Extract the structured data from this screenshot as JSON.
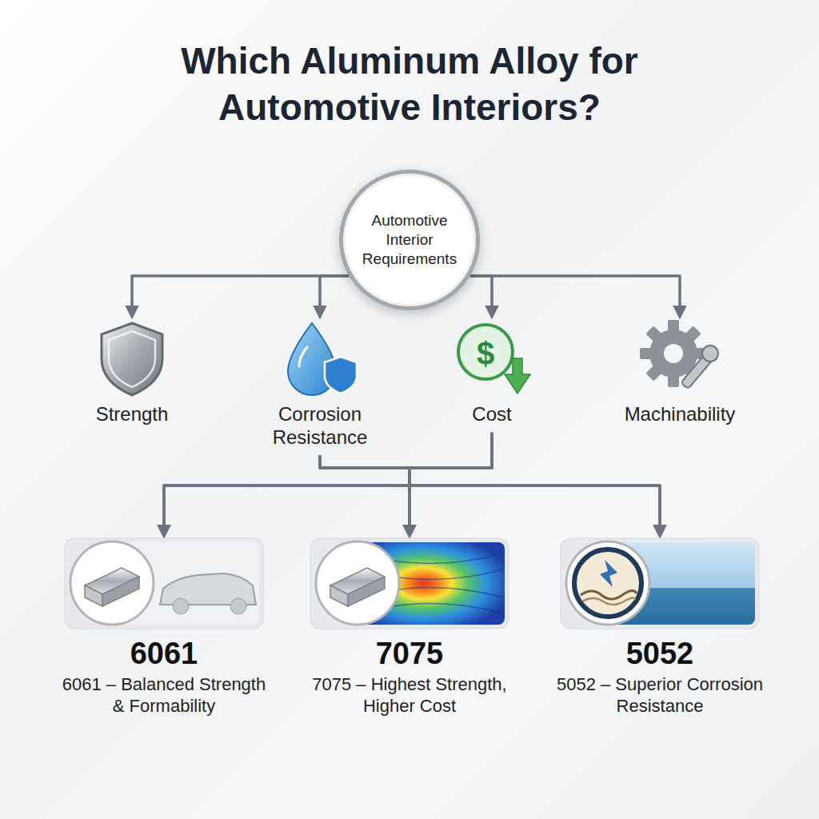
{
  "diagram": {
    "title": "Which Aluminum Alloy for Automotive Interiors?",
    "nodes": [
      {
        "text": [
          "Automotive Interior Requirements"
        ]
      },
      {
        "text": [
          "Strength"
        ]
      },
      {
        "text": [
          "Corrosion Resistance"
        ]
      },
      {
        "text": [
          "Cost"
        ]
      },
      {
        "text": [
          "Machinability"
        ]
      },
      {
        "text": [
          "6061",
          "6061 – Balanced Strength & Formability"
        ]
      },
      {
        "text": [
          "7075",
          "7075 – Highest Strength, Higher Cost"
        ]
      },
      {
        "text": [
          "5052",
          "5052 – Superior Corrosion Resistance"
        ]
      }
    ],
    "edges": [
      {
        "from": 0,
        "to": 1,
        "arrow": "to"
      },
      {
        "from": 0,
        "to": 2,
        "arrow": "to"
      },
      {
        "from": 0,
        "to": 3,
        "arrow": "to"
      },
      {
        "from": 0,
        "to": 4,
        "arrow": "to"
      },
      {
        "from": 2,
        "to": 5,
        "arrow": "to"
      },
      {
        "from": 2,
        "to": 6,
        "arrow": "to"
      },
      {
        "from": 2,
        "to": 7,
        "arrow": "to"
      },
      {
        "from": 3,
        "to": 5,
        "arrow": "to"
      },
      {
        "from": 3,
        "to": 6,
        "arrow": "to"
      },
      {
        "from": 3,
        "to": 7,
        "arrow": "to"
      }
    ],
    "labels": [
      "$"
    ]
  }
}
